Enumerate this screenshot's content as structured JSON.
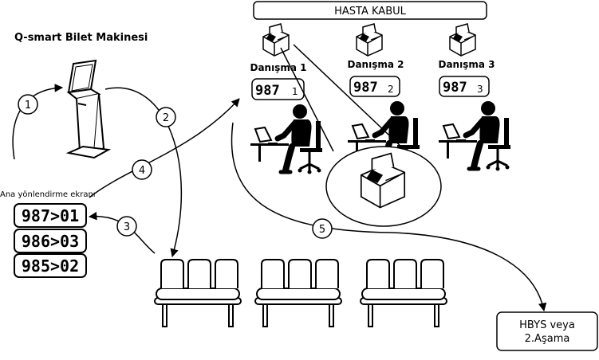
{
  "header": {
    "title": "HASTA KABUL"
  },
  "kiosk": {
    "title": "Q-smart Bilet Makinesi"
  },
  "main_screen": {
    "label": "Ana yönlendirme ekranı",
    "rows": [
      "987>01",
      "986>03",
      "985>02"
    ]
  },
  "desks": [
    {
      "name": "Danışma 1",
      "ticket": "987",
      "desk_no": "1"
    },
    {
      "name": "Danışma 2",
      "ticket": "987",
      "desk_no": "2"
    },
    {
      "name": "Danışma 3",
      "ticket": "987",
      "desk_no": "3"
    }
  ],
  "steps": [
    "1",
    "2",
    "3",
    "4",
    "5"
  ],
  "destination": {
    "line1": "HBYS veya",
    "line2": "2.Aşama"
  }
}
